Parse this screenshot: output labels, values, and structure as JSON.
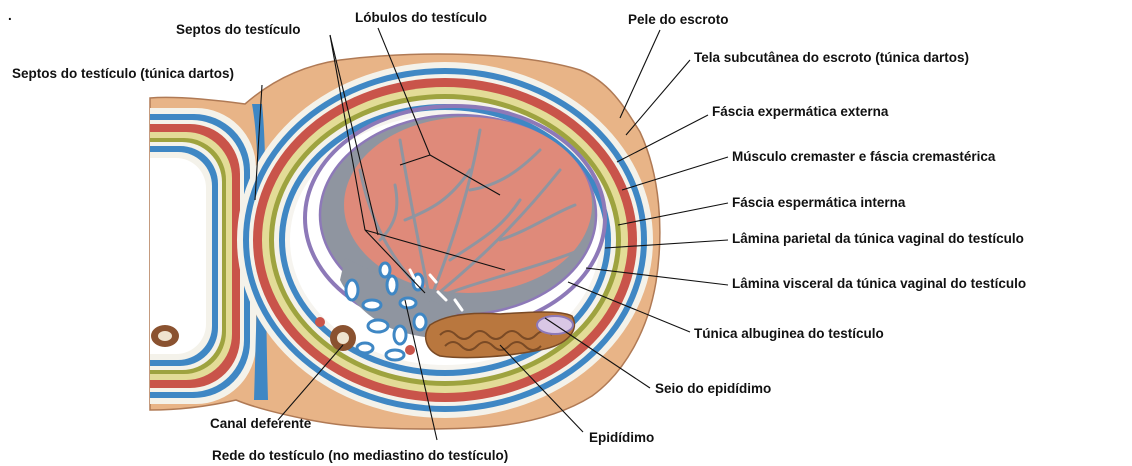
{
  "colors": {
    "skin": "#e8b487",
    "skin_edge": "#b07a55",
    "white_layer": "#f4f2ea",
    "blue_layer": "#3f87c4",
    "red_muscle": "#c9544a",
    "yellow_layer": "#e3dc97",
    "olive_layer": "#9ea33f",
    "purple_layer": "#8d79b8",
    "gray_albuginea": "#8f95a0",
    "testis_parenchyma": "#df8a7a",
    "epididymis": "#b9773e",
    "leader_line": "#111111"
  },
  "labels": {
    "dot": ".",
    "septos_testiculo": "Septos do testículo",
    "lobulos": "Lóbulos do testículo",
    "pele": "Pele do escroto",
    "tela_subcutanea": "Tela subcutânea do escroto (túnica dartos)",
    "septos_dartos": "Septos do testículo (túnica dartos)",
    "fascia_externa": "Fáscia expermática externa",
    "cremaster": "Músculo cremaster e fáscia cremastérica",
    "fascia_interna": "Fáscia espermática interna",
    "lamina_parietal": "Lâmina parietal da túnica vaginal do testículo",
    "lamina_visceral": "Lâmina visceral da túnica vaginal do testículo",
    "albuginea": "Túnica albuginea do testículo",
    "seio": "Seio do epidídimo",
    "canal": "Canal deferente",
    "epididimo": "Epidídimo",
    "rede": "Rede do testículo (no mediastino do testículo)"
  }
}
